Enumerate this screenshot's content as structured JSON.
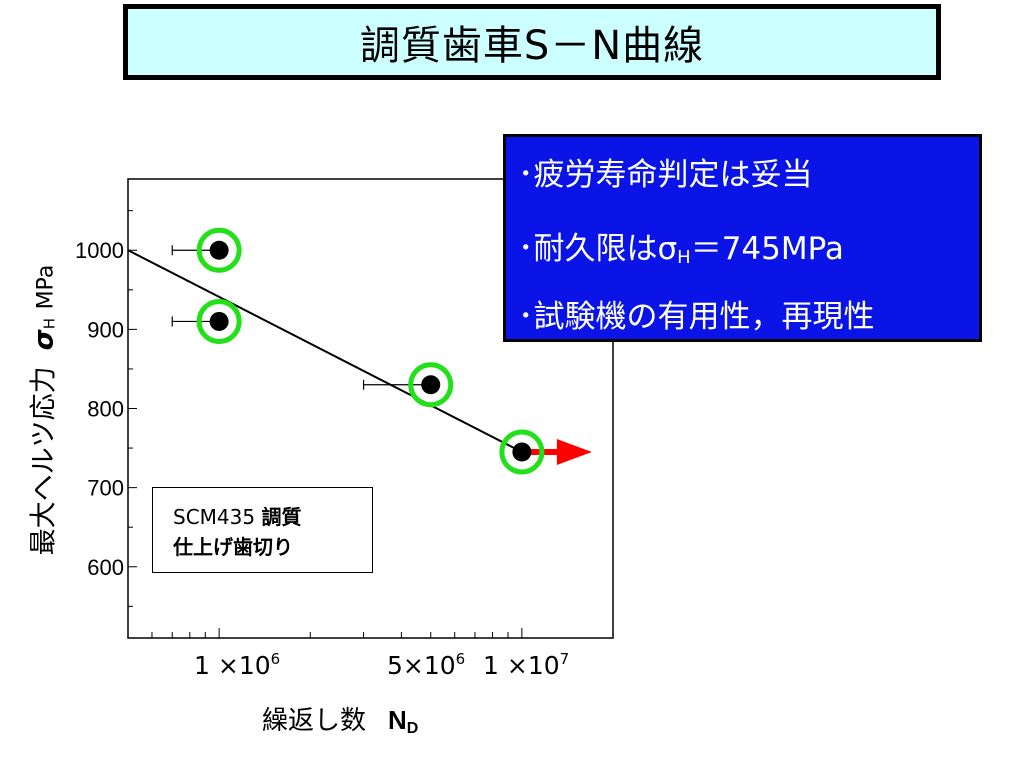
{
  "title": "調質歯車S－N曲線",
  "info_box": {
    "line1": "･疲労寿命判定は妥当",
    "line2_prefix": "･耐久限は",
    "line2_sigma": "σ",
    "line2_sub": "H",
    "line2_suffix": "＝745MPa",
    "line3": "･試験機の有用性，再現性"
  },
  "sample_box": {
    "line1_normal": "SCM435 ",
    "line1_bold": "調質",
    "line2": "仕上げ歯切り"
  },
  "colors": {
    "title_bg": "#ccffff",
    "info_bg": "#0a14e6",
    "marker_ring": "#22e01a",
    "runout_arrow": "#ff0000"
  },
  "chart_data": {
    "type": "scatter",
    "title": "",
    "ylabel": {
      "text": "最大ヘルツ応力",
      "symbol": "σ",
      "sub": "H",
      "unit": "MPa"
    },
    "xlabel": {
      "text": "繰返し数",
      "symbol": "N",
      "sub": "D"
    },
    "x_scale": "log",
    "xlim": [
      500000,
      20000000
    ],
    "ylim": [
      510,
      1090
    ],
    "y_ticks": [
      600,
      700,
      800,
      900,
      1000
    ],
    "y_tick_labels": [
      "600",
      "700",
      "800",
      "900",
      "1000"
    ],
    "x_tick_labels": [
      {
        "value": 1000000,
        "mantissa": "1",
        "times": "×",
        "base": "10",
        "exp": "6"
      },
      {
        "value": 5000000,
        "mantissa": "5",
        "times": "×",
        "base": "10",
        "exp": "6"
      },
      {
        "value": 10000000,
        "mantissa": "1",
        "times": "×",
        "base": "10",
        "exp": "7"
      }
    ],
    "points": [
      {
        "x": 1000000,
        "y": 1000,
        "x_err_min": 700000
      },
      {
        "x": 1000000,
        "y": 910,
        "x_err_min": 700000
      },
      {
        "x": 5000000,
        "y": 830,
        "x_err_min": 3000000
      },
      {
        "x": 10000000,
        "y": 745,
        "runout": true
      }
    ],
    "fit_line": [
      {
        "x": 500000,
        "y": 1000
      },
      {
        "x": 10000000,
        "y": 745
      }
    ],
    "grid": false
  }
}
